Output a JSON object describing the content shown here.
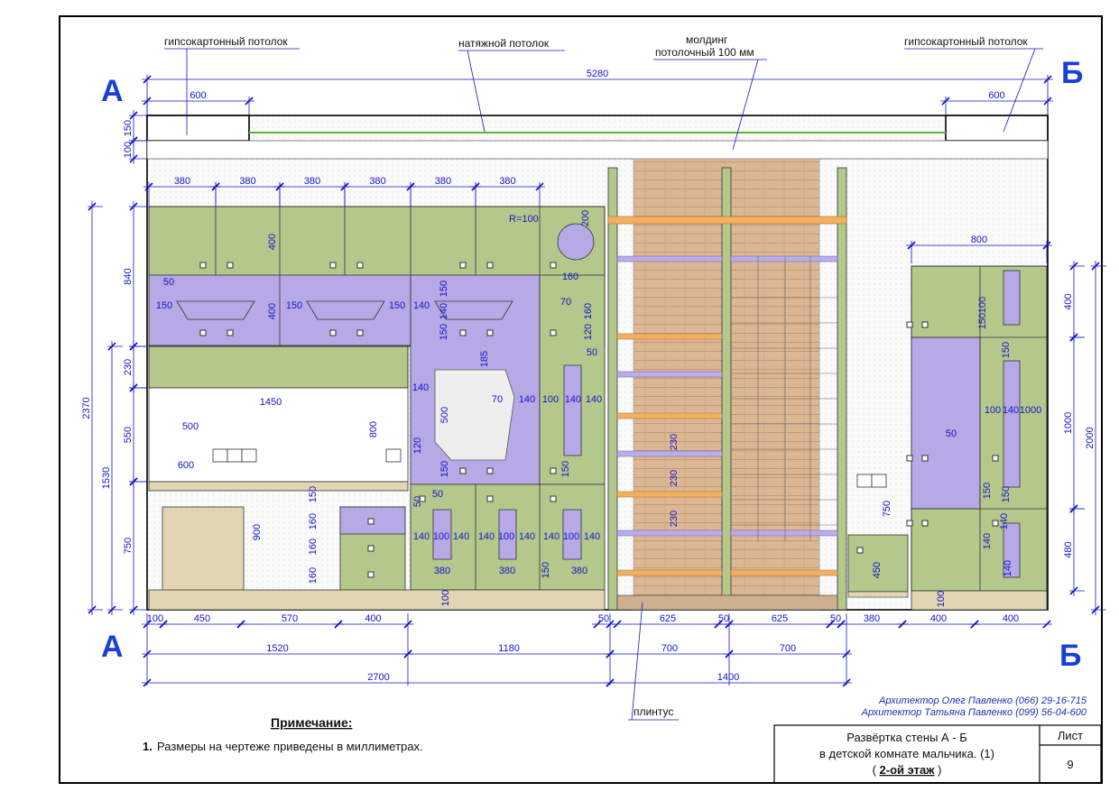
{
  "labels": {
    "gypsum_left": "гипсокартонный потолок",
    "stretch": "натяжной потолок",
    "molding_1": "молдинг",
    "molding_2": "потолочный 100 мм",
    "gypsum_right": "гипсокартонный потолок",
    "plinth": "плинтус"
  },
  "section": {
    "a": "А",
    "b": "Б"
  },
  "radius_label": "R=100",
  "top_dims": {
    "total": "5280",
    "left": "600",
    "right": "600",
    "cabinet_widths": [
      "380",
      "380",
      "380",
      "380",
      "380",
      "380"
    ],
    "wardrobe": "800"
  },
  "inner_dims": [
    "400",
    "400",
    "50",
    "150",
    "150",
    "150",
    "140",
    "150",
    "140",
    "150",
    "70",
    "160",
    "160",
    "120",
    "200",
    "185",
    "140",
    "70",
    "140",
    "100",
    "140",
    "140",
    "50",
    "500",
    "120",
    "150",
    "150",
    "1450",
    "500",
    "600",
    "800",
    "150",
    "160",
    "160",
    "160",
    "50",
    "50",
    "140",
    "100",
    "140",
    "140",
    "100",
    "140",
    "140",
    "100",
    "140",
    "380",
    "380",
    "150",
    "380",
    "100",
    "230",
    "230",
    "230",
    "900",
    "100",
    "150",
    "150",
    "150",
    "140",
    "100",
    "140",
    "1000",
    "50",
    "150",
    "140",
    "140",
    "750",
    "450",
    "100"
  ],
  "left_dims": {
    "h100": "100",
    "h150": "150",
    "h840": "840",
    "h230": "230",
    "h550": "550",
    "h750": "750",
    "h1530": "1530",
    "h2370": "2370"
  },
  "right_dims": {
    "h400": "400",
    "h1000": "1000",
    "h480": "480",
    "h2000": "2000"
  },
  "bottom_dims": {
    "row1": [
      "100",
      "450",
      "570",
      "400",
      "50",
      "625",
      "50",
      "625",
      "50",
      "380",
      "400",
      "400"
    ],
    "row2": [
      "1520",
      "1180",
      "700",
      "700"
    ],
    "row3": [
      "2700",
      "1400"
    ]
  },
  "authors": {
    "line1": "Архитектор Олег Павленко  (066) 29-16-715",
    "line2": "Архитектор Татьяна Павленко  (099) 56-04-600"
  },
  "note": {
    "title": "Примечание:",
    "num": "1.",
    "text": "Размеры на чертеже приведены в миллиметрах."
  },
  "title_block": {
    "line1": "Развёртка стены  А - Б",
    "line2": "в детской комнате мальчика. (1)",
    "line3_open": "(",
    "line3_link": "2-ой этаж",
    "line3_close": ")",
    "sheet_label": "Лист",
    "sheet_number": "9"
  },
  "colors": {
    "green": "#b4c88c",
    "lavender": "#b7a8e6",
    "beige": "#e2d5b4",
    "wood": "#d9b38e",
    "orange": "#f3b062",
    "dim_blue": "#1414c8"
  }
}
